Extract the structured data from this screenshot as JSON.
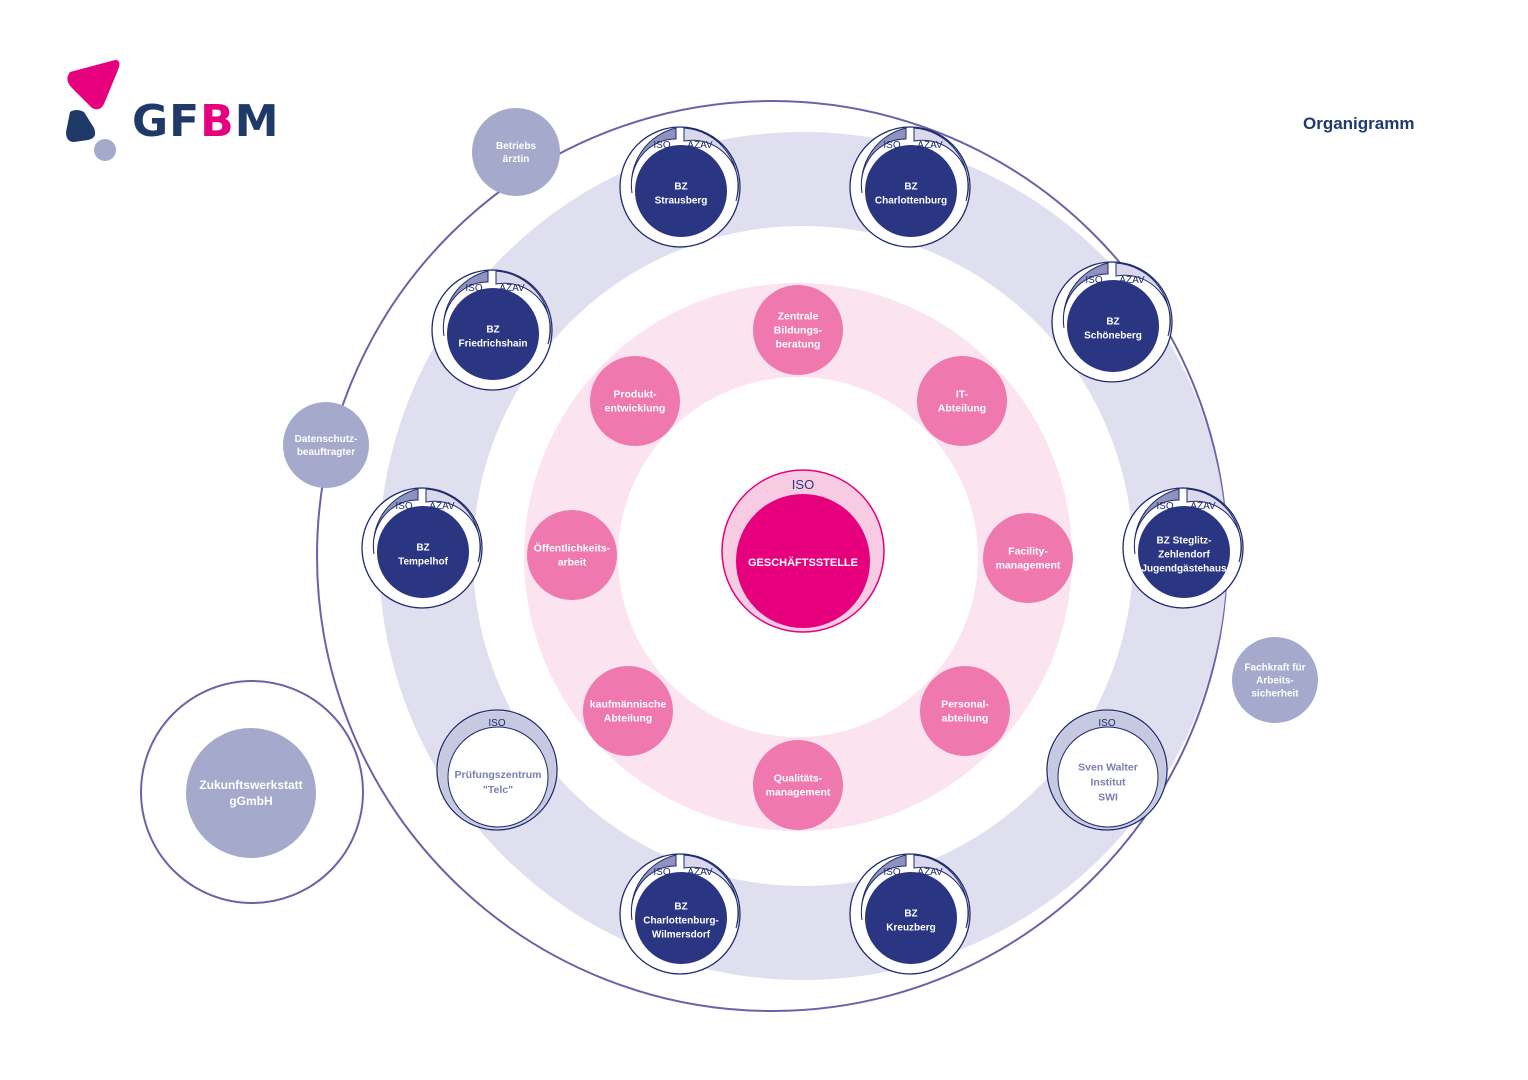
{
  "title": "Organigramm",
  "logo": {
    "part1": "GF",
    "part2": "B",
    "part3": "M"
  },
  "colors": {
    "navy": "#2b3683",
    "navy_dark": "#1e2a6e",
    "lavender": "#a5a9cc",
    "ring_lavender": "#e0dfef",
    "pink": "#ef79ae",
    "ring_pink": "#fbe4ef",
    "magenta": "#e6007e",
    "logo_blue": "#1f3a68",
    "outline": "#6b63a7"
  },
  "center": {
    "cert": "ISO",
    "label": "GESCHÄFTSSTELLE"
  },
  "departments": [
    {
      "id": "zentrale",
      "lines": [
        "Zentrale",
        "Bildungs-",
        "beratung"
      ]
    },
    {
      "id": "it",
      "lines": [
        "IT-",
        "Abteilung"
      ]
    },
    {
      "id": "facility",
      "lines": [
        "Facility-",
        "management"
      ]
    },
    {
      "id": "personal",
      "lines": [
        "Personal-",
        "abteilung"
      ]
    },
    {
      "id": "qualitaet",
      "lines": [
        "Qualitäts-",
        "management"
      ]
    },
    {
      "id": "kaufmaennisch",
      "lines": [
        "kaufmännische",
        "Abteilung"
      ]
    },
    {
      "id": "oeffentlichkeit",
      "lines": [
        "Öffentlichkeits-",
        "arbeit"
      ]
    },
    {
      "id": "produkt",
      "lines": [
        "Produkt-",
        "entwicklung"
      ]
    }
  ],
  "centers": [
    {
      "id": "strausberg",
      "lines": [
        "BZ",
        "Strausberg"
      ],
      "certs": [
        "ISO",
        "AZAV"
      ]
    },
    {
      "id": "charlottenburg",
      "lines": [
        "BZ",
        "Charlottenburg"
      ],
      "certs": [
        "ISO",
        "AZAV"
      ]
    },
    {
      "id": "schoeneberg",
      "lines": [
        "BZ",
        "Schöneberg"
      ],
      "certs": [
        "ISO",
        "AZAV"
      ]
    },
    {
      "id": "steglitz",
      "lines": [
        "BZ Steglitz-",
        "Zehlendorf",
        "Jugendgästehaus"
      ],
      "certs": [
        "ISO",
        "AZAV"
      ]
    },
    {
      "id": "swi",
      "lines": [
        "Sven Walter",
        "Institut",
        "SWI"
      ],
      "certs": [
        "ISO"
      ]
    },
    {
      "id": "kreuzberg",
      "lines": [
        "BZ",
        "Kreuzberg"
      ],
      "certs": [
        "ISO",
        "AZAV"
      ]
    },
    {
      "id": "charlottenburg-wilmersdorf",
      "lines": [
        "BZ",
        "Charlottenburg-",
        "Wilmersdorf"
      ],
      "certs": [
        "ISO",
        "AZAV"
      ]
    },
    {
      "id": "telc",
      "lines": [
        "Prüfungszentrum",
        "\"Telc\""
      ],
      "certs": [
        "ISO"
      ]
    },
    {
      "id": "tempelhof",
      "lines": [
        "BZ",
        "Tempelhof"
      ],
      "certs": [
        "ISO",
        "AZAV"
      ]
    },
    {
      "id": "friedrichshain",
      "lines": [
        "BZ",
        "Friedrichshain"
      ],
      "certs": [
        "ISO",
        "AZAV"
      ]
    }
  ],
  "satellites": [
    {
      "id": "betriebsaerztin",
      "lines": [
        "Betriebs",
        "ärztin"
      ]
    },
    {
      "id": "datenschutz",
      "lines": [
        "Datenschutz-",
        "beauftragter"
      ]
    },
    {
      "id": "fachkraft",
      "lines": [
        "Fachkraft für",
        "Arbeits-",
        "sicherheit"
      ]
    }
  ],
  "subsidiary": {
    "lines": [
      "Zukunftswerkstatt",
      "gGmbH"
    ]
  }
}
